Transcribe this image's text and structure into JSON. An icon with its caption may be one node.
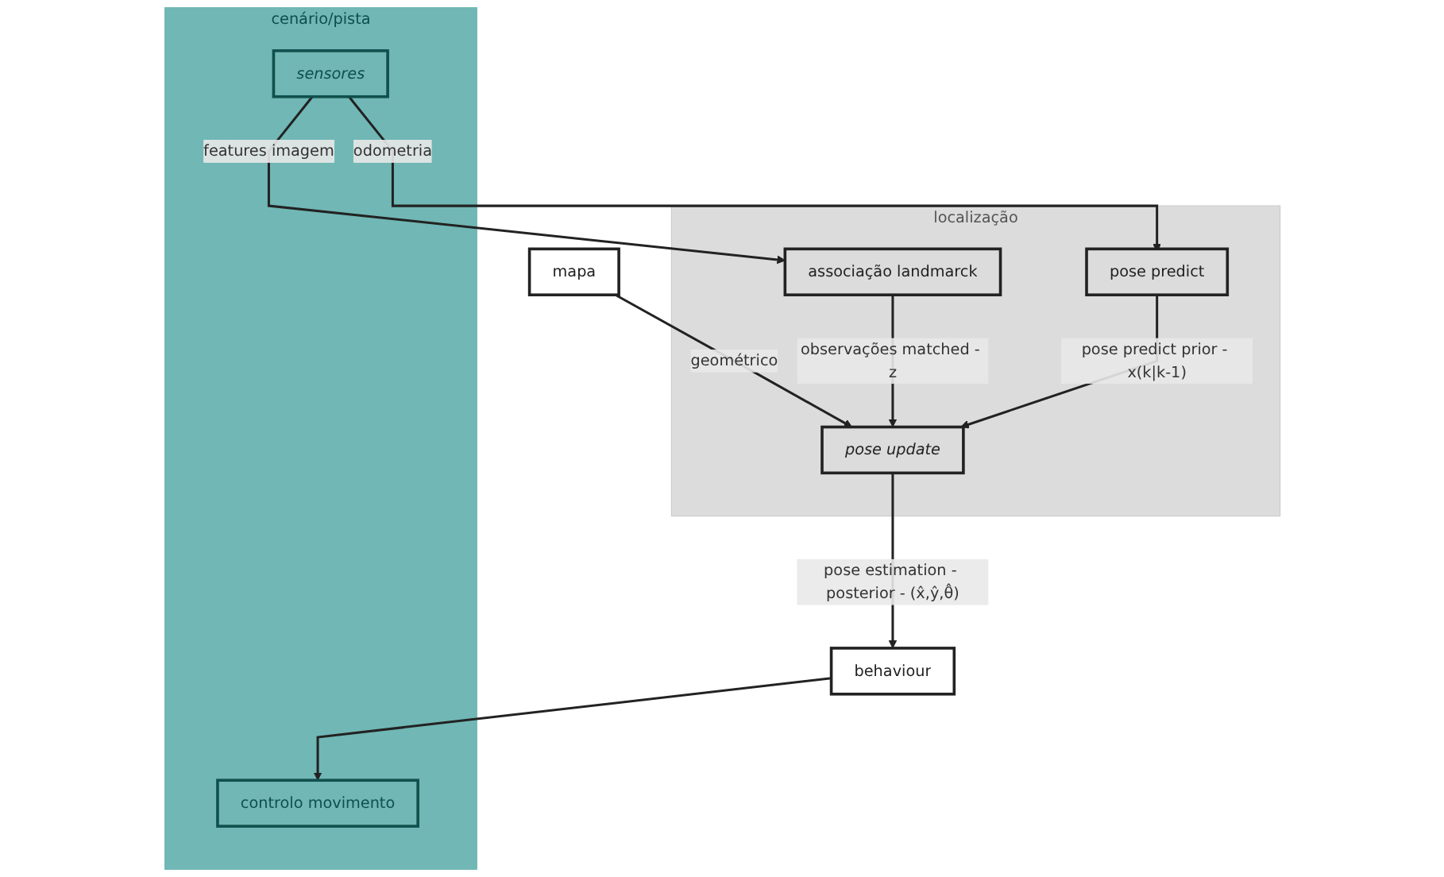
{
  "diagram": {
    "nodes": [
      {
        "text": [
          "mapa"
        ]
      },
      {
        "text": [
          "localização"
        ]
      },
      {
        "text": [
          "pose update"
        ],
        "in": 1
      },
      {
        "text": [
          "associação landmarck"
        ],
        "in": 1
      },
      {
        "text": [
          "pose predict"
        ],
        "in": 1
      },
      {
        "text": [
          "behaviour"
        ]
      },
      {
        "text": [
          "cenário/pista"
        ]
      },
      {
        "text": [
          "sensores"
        ],
        "in": 6
      },
      {
        "text": [
          "controlo movimento"
        ],
        "in": 6
      }
    ],
    "edges": [
      {
        "from": 0,
        "to": 2,
        "arrow": "to",
        "label": "geométrico"
      },
      {
        "from": 2,
        "to": 5,
        "arrow": "to",
        "label": "pose estimation - posterior - (x̂,ŷ,θ̂)"
      },
      {
        "from": 3,
        "to": 2,
        "arrow": "to",
        "label": "observações matched - z"
      },
      {
        "from": 4,
        "to": 2,
        "arrow": "to",
        "label": "pose predict prior - x(k|k-1)"
      },
      {
        "from": 7,
        "to": 3,
        "arrow": "to",
        "label": "features imagem"
      },
      {
        "from": 7,
        "to": 4,
        "arrow": "to",
        "label": "odometria"
      },
      {
        "from": 5,
        "to": 8,
        "arrow": "to"
      }
    ]
  }
}
